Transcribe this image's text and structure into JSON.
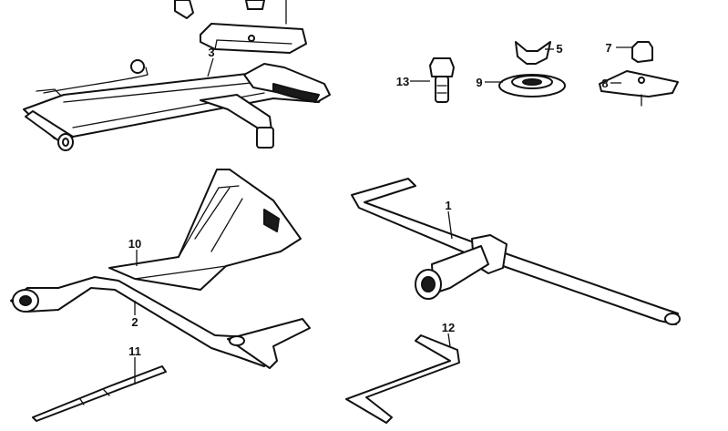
{
  "callouts": {
    "c1": "1",
    "c2": "2",
    "c3": "3",
    "c5": "5",
    "c7": "7",
    "c8": "8",
    "c9": "9",
    "c10": "10",
    "c11": "11",
    "c12": "12",
    "c13": "13"
  },
  "colors": {
    "line": "#111111",
    "background": "#ffffff"
  }
}
